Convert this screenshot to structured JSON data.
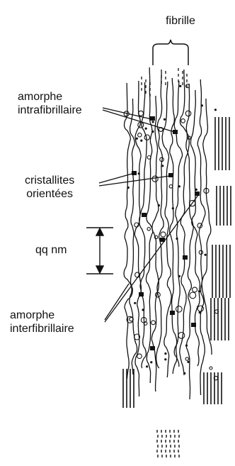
{
  "labels": {
    "fibril": "fibrille",
    "intrafibrillar_line1": "amorphe",
    "intrafibrillar_line2": "intrafibrillaire",
    "crystallites_line1": "cristallites",
    "crystallites_line2": "orientées",
    "scale": "qq nm",
    "interfibrillar_line1": "amorphe",
    "interfibrillar_line2": "interfibrillaire"
  },
  "colors": {
    "ink": "#111111",
    "background": "#ffffff"
  }
}
